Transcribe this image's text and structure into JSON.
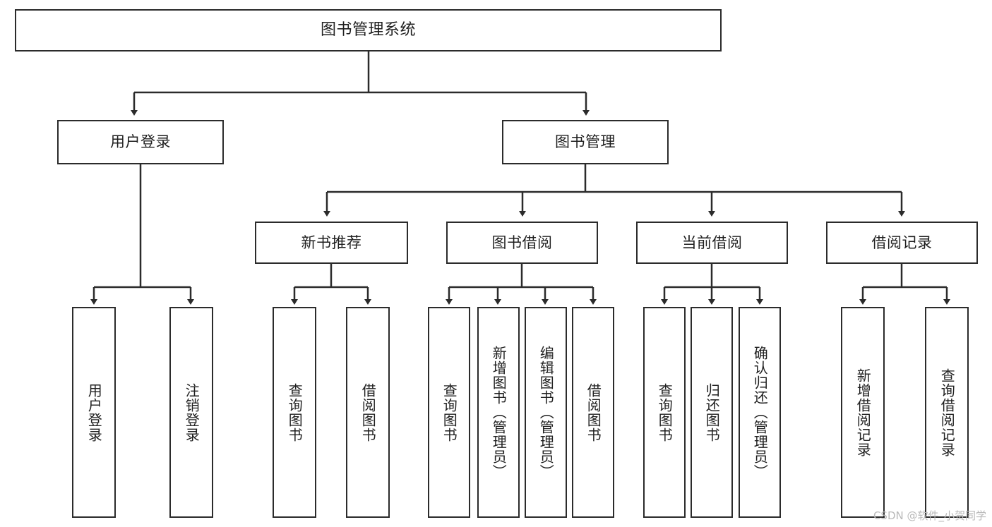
{
  "diagram": {
    "title": "图书管理系统",
    "watermark": "CSDN @软件_小贺同学",
    "line_color": "#2b2b2b",
    "box_fill": "#ffffff",
    "text_color": "#1f1f1f",
    "watermark_color": "#b9b9b9"
  },
  "nodes": {
    "root": {
      "label": "图书管理系统"
    },
    "level2": [
      {
        "label": "用户登录"
      },
      {
        "label": "图书管理"
      }
    ],
    "level3": [
      {
        "label": "新书推荐"
      },
      {
        "label": "图书借阅"
      },
      {
        "label": "当前借阅"
      },
      {
        "label": "借阅记录"
      }
    ],
    "leaves": {
      "user_login": [
        {
          "label": "用户登录"
        },
        {
          "label": "注销登录"
        }
      ],
      "new_book": [
        {
          "label": "查询图书"
        },
        {
          "label": "借阅图书"
        }
      ],
      "book_borrow": [
        {
          "label": "查询图书"
        },
        {
          "label": "新增图书（管理员）"
        },
        {
          "label": "编辑图书（管理员）"
        },
        {
          "label": "借阅图书"
        }
      ],
      "current_borrow": [
        {
          "label": "查询图书"
        },
        {
          "label": "归还图书"
        },
        {
          "label": "确认归还（管理员）"
        }
      ],
      "borrow_records": [
        {
          "label": "新增借阅记录"
        },
        {
          "label": "查询借阅记录"
        }
      ]
    }
  }
}
